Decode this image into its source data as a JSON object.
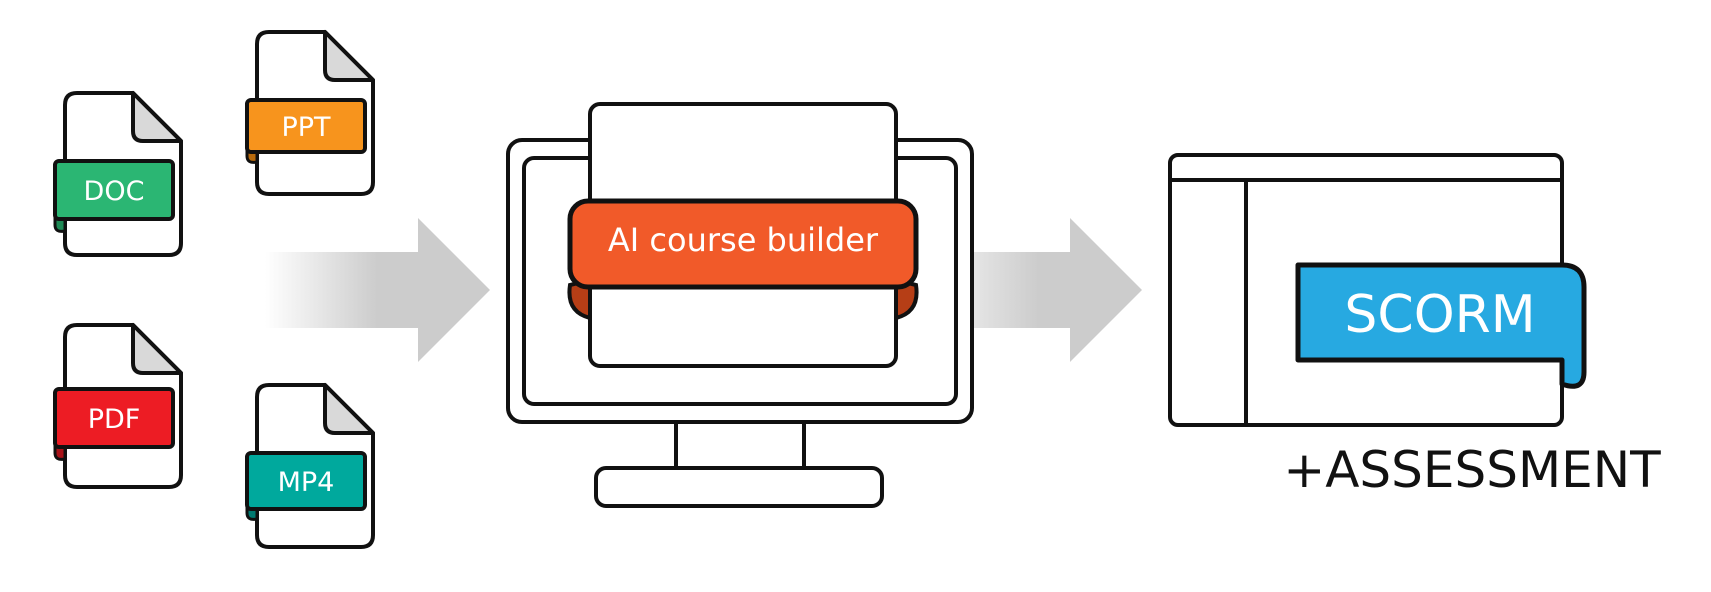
{
  "files": [
    {
      "label": "DOC",
      "color": "#2bb673",
      "icon": "doc-file-icon"
    },
    {
      "label": "PPT",
      "color": "#f7941d",
      "icon": "ppt-file-icon"
    },
    {
      "label": "PDF",
      "color": "#ed1c24",
      "icon": "pdf-file-icon"
    },
    {
      "label": "MP4",
      "color": "#00a99d",
      "icon": "mp4-file-icon"
    }
  ],
  "builder": {
    "label": "AI course builder",
    "color": "#f15a29",
    "icon": "monitor-icon"
  },
  "output": {
    "label": "SCORM",
    "color": "#27a9e1",
    "extra": "+ASSESSMENT",
    "icon": "course-window-icon"
  },
  "arrow_color": "#cccccc"
}
